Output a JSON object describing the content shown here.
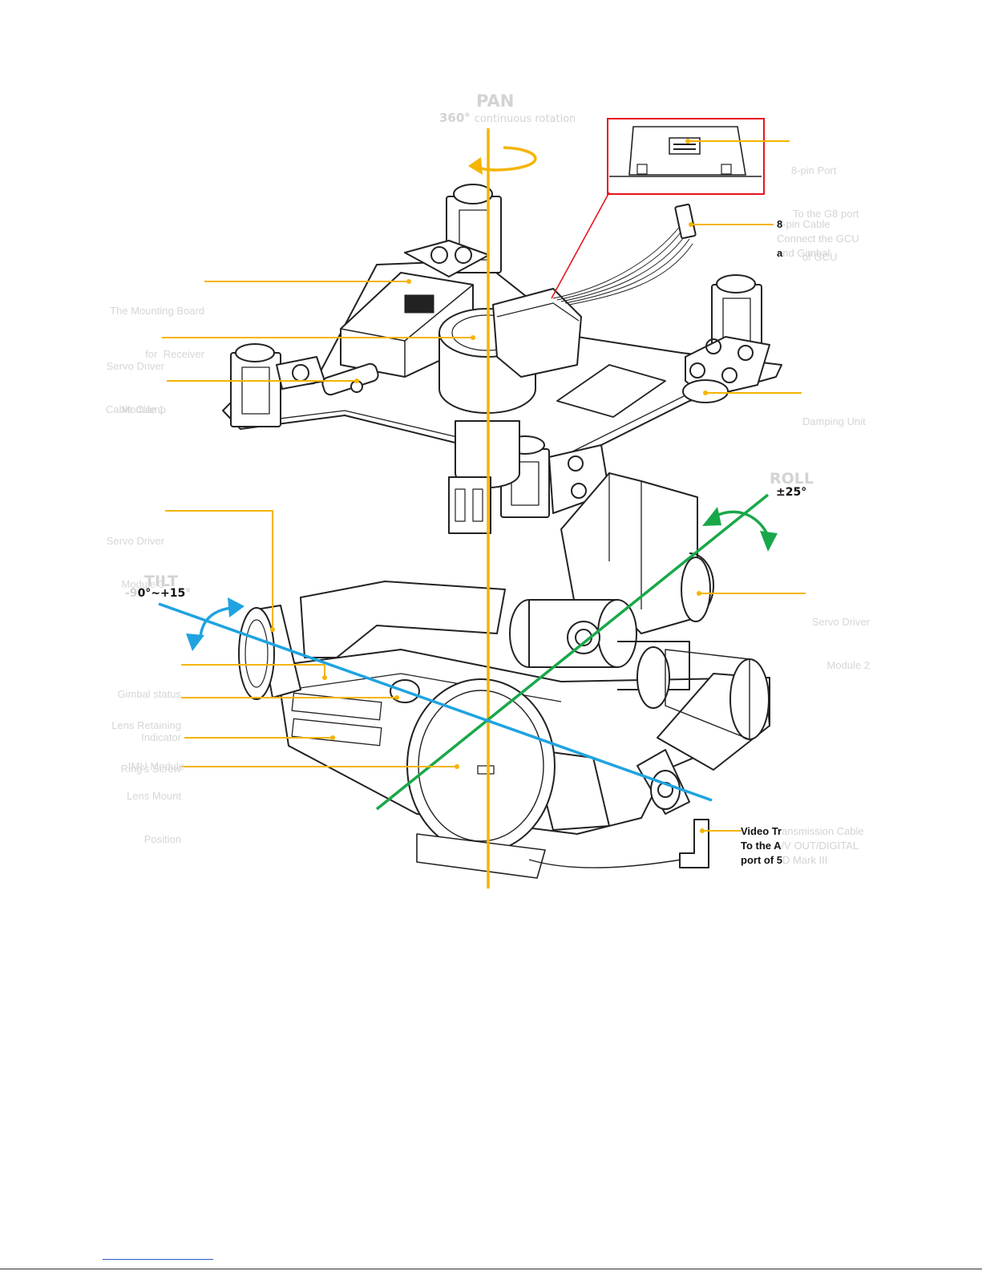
{
  "colors": {
    "pan_axis": "#f5b400",
    "roll_axis": "#18a84a",
    "tilt_axis": "#1fa3e0",
    "callout_line": "#f5b400",
    "inset_border": "#e8141e",
    "faded_label": "#d6d6d6",
    "drawing_ink": "#222222"
  },
  "axes": {
    "pan": {
      "title": "PAN",
      "range_value": "360°",
      "range_text": "continuous rotation"
    },
    "roll": {
      "title": "ROLL",
      "range": "±25°"
    },
    "tilt": {
      "title": "TILT",
      "range_prefix": "-9",
      "range_dark": "0°~+15",
      "range_suffix": "°"
    }
  },
  "labels": {
    "eight_pin_port": {
      "line1": "8-pin Port",
      "line2": "To the G8 port",
      "line3": "of GCU"
    },
    "eight_pin_cable": {
      "line1_dark": "8",
      "line1_light": "-pin Cable",
      "line2": "Connect  the  GCU",
      "line3_dark": "a",
      "line3_light": "nd Gimbal"
    },
    "mounting_board": {
      "line1": "The Mounting Board",
      "line2": "for  Receiver"
    },
    "servo_driver_1": {
      "line1": "Servo Driver",
      "line2": "Module 1"
    },
    "cable_clamp": {
      "line1": "Cable Clamp"
    },
    "damping_unit": {
      "line1": "Damping Unit"
    },
    "servo_driver_3": {
      "line1": "Servo Driver",
      "line2": "Module 3"
    },
    "servo_driver_2": {
      "line1": "Servo Driver",
      "line2": "Module 2"
    },
    "gimbal_status": {
      "line1": "Gimbal status",
      "line2": "Indicator"
    },
    "lens_retaining": {
      "line1": "Lens Retaining",
      "line2": "Ring's Screw"
    },
    "imu_module": {
      "line1": "IMU Module"
    },
    "lens_mount": {
      "line1": "Lens Mount",
      "line2": "Position"
    },
    "video_cable": {
      "line1_dark": "Video Tr",
      "line1_light": "ansmission Cable",
      "line2_dark": "To the A",
      "line2_light": "/V OUT/DIGITAL",
      "line3_dark": "port of 5",
      "line3_light": "D Mark III"
    }
  }
}
